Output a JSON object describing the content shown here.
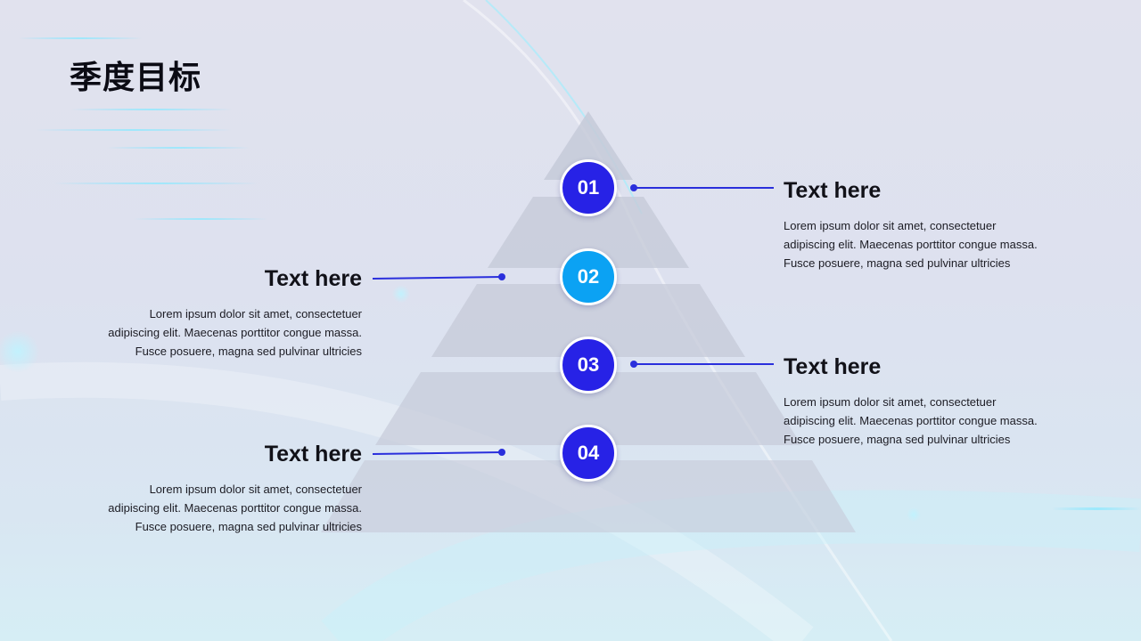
{
  "slide": {
    "title": "季度目标"
  },
  "colors": {
    "dark_blue": "#2722e6",
    "light_blue": "#0ba2f3",
    "pyramid": "#c6cad8",
    "line": "#2a2fdc"
  },
  "items": [
    {
      "number": "01",
      "heading": "Text here",
      "lines": [
        "Lorem ipsum dolor sit amet, consectetuer",
        "adipiscing elit. Maecenas porttitor congue massa.",
        "Fusce posuere, magna sed pulvinar ultricies"
      ]
    },
    {
      "number": "02",
      "heading": "Text here",
      "lines": [
        "Lorem ipsum dolor sit amet, consectetuer",
        "adipiscing elit. Maecenas porttitor congue massa.",
        "Fusce posuere, magna sed pulvinar ultricies"
      ]
    },
    {
      "number": "03",
      "heading": "Text here",
      "lines": [
        "Lorem ipsum dolor sit amet, consectetuer",
        "adipiscing elit. Maecenas porttitor congue massa.",
        "Fusce posuere, magna sed pulvinar ultricies"
      ]
    },
    {
      "number": "04",
      "heading": "Text here",
      "lines": [
        "Lorem ipsum dolor sit amet, consectetuer",
        "adipiscing elit. Maecenas porttitor congue massa.",
        "Fusce posuere, magna sed pulvinar ultricies"
      ]
    }
  ]
}
